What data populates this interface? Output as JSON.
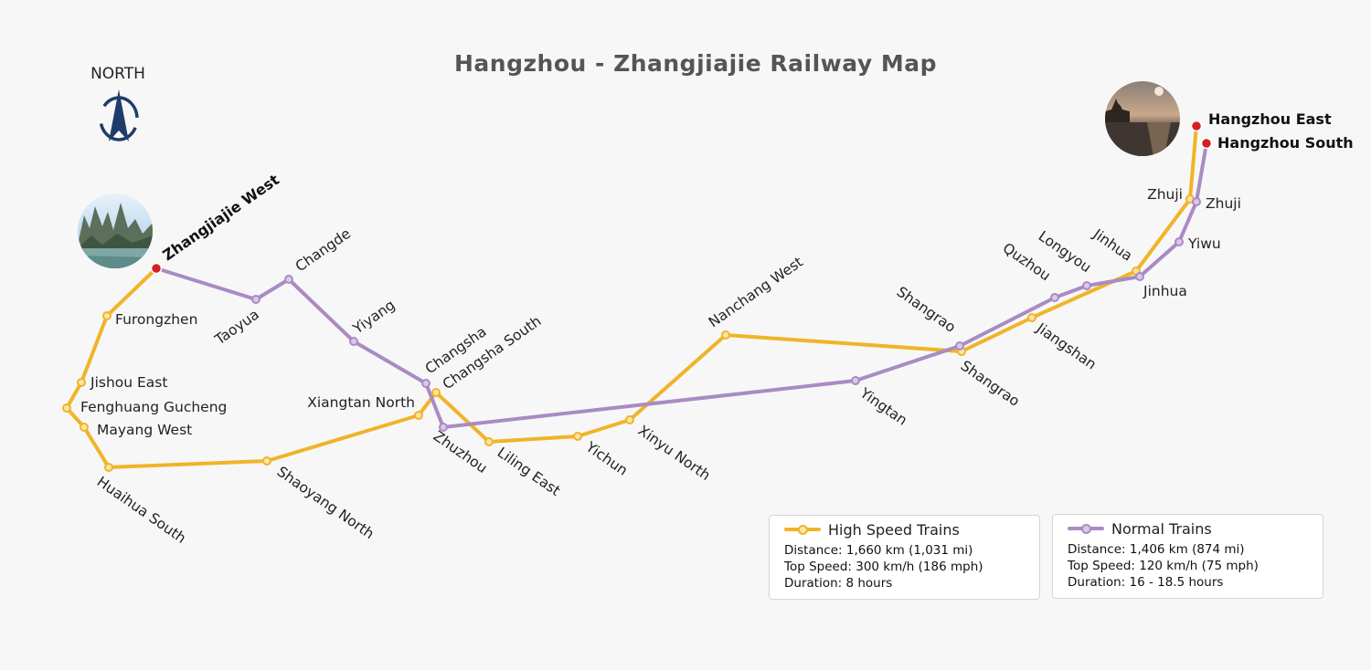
{
  "map": {
    "title": "Hangzhou - Zhangjiajie Railway Map",
    "north_label": "NORTH",
    "colors": {
      "high_speed": "#f0b429",
      "normal": "#a98bc4",
      "terminal": "#d42020",
      "background": "#f7f7f7"
    }
  },
  "photos": {
    "zhangjiajie": {
      "name": "zhangjiajie-photo",
      "subject": "karst mountains over lake"
    },
    "hangzhou": {
      "name": "hangzhou-photo",
      "subject": "pagoda at sunset over lake"
    }
  },
  "stations": {
    "high_speed": [
      "Zhangjiajie West",
      "Furongzhen",
      "Jishou East",
      "Fenghuang Gucheng",
      "Mayang West",
      "Huaihua South",
      "Shaoyang North",
      "Xiangtan North",
      "Changsha South",
      "Liling East",
      "Yichun",
      "Xinyu North",
      "Nanchang West",
      "Shangrao",
      "Jiangshan",
      "Jinhua",
      "Zhuji",
      "Hangzhou East"
    ],
    "normal": [
      "Zhangjiajie West",
      "Taoyua",
      "Changde",
      "Yiyang",
      "Changsha",
      "Zhuzhou",
      "Yingtan",
      "Shangrao",
      "Quzhou",
      "Longyou",
      "Jinhua",
      "Yiwu",
      "Zhuji",
      "Hangzhou South"
    ]
  },
  "legend": {
    "high_speed": {
      "name": "High Speed Trains",
      "distance": "Distance: 1,660 km (1,031 mi)",
      "top_speed": "Top Speed: 300 km/h (186 mph)",
      "duration": "Duration: 8 hours"
    },
    "normal": {
      "name": "Normal Trains",
      "distance": "Distance: 1,406 km (874 mi)",
      "top_speed": "Top Speed: 120 km/h (75 mph)",
      "duration": "Duration: 16 - 18.5 hours"
    }
  }
}
